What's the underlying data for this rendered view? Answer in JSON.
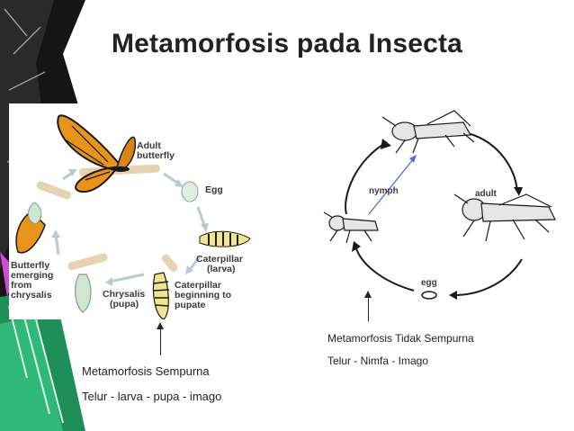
{
  "title": "Metamorfosis pada Insecta",
  "complete": {
    "labels": {
      "adult": [
        "Adult",
        "butterfly"
      ],
      "egg": "Egg",
      "larva": [
        "Caterpillar",
        "(larva)"
      ],
      "pupate": [
        "Caterpillar",
        "beginning to",
        "pupate"
      ],
      "pupa": [
        "Chrysalis",
        "(pupa)"
      ],
      "emerging": [
        "Butterfly",
        "emerging",
        "from",
        "chrysalis"
      ]
    },
    "caption_title": "Metamorfosis Sempurna",
    "caption_stages": "Telur - larva - pupa - imago"
  },
  "incomplete": {
    "labels": {
      "nymph": "nymph",
      "adult": "adult",
      "egg": "egg"
    },
    "caption_title": "Metamorfosis Tidak Sempurna",
    "caption_stages": "Telur  - Nimfa  - Imago"
  },
  "colors": {
    "background": "#ffffff",
    "grass_green": "#1f8f5a",
    "chalk_dark": "#1a1a1a",
    "butterfly_orange": "#e8941a",
    "arrow_blue": "#4a6fd1"
  }
}
